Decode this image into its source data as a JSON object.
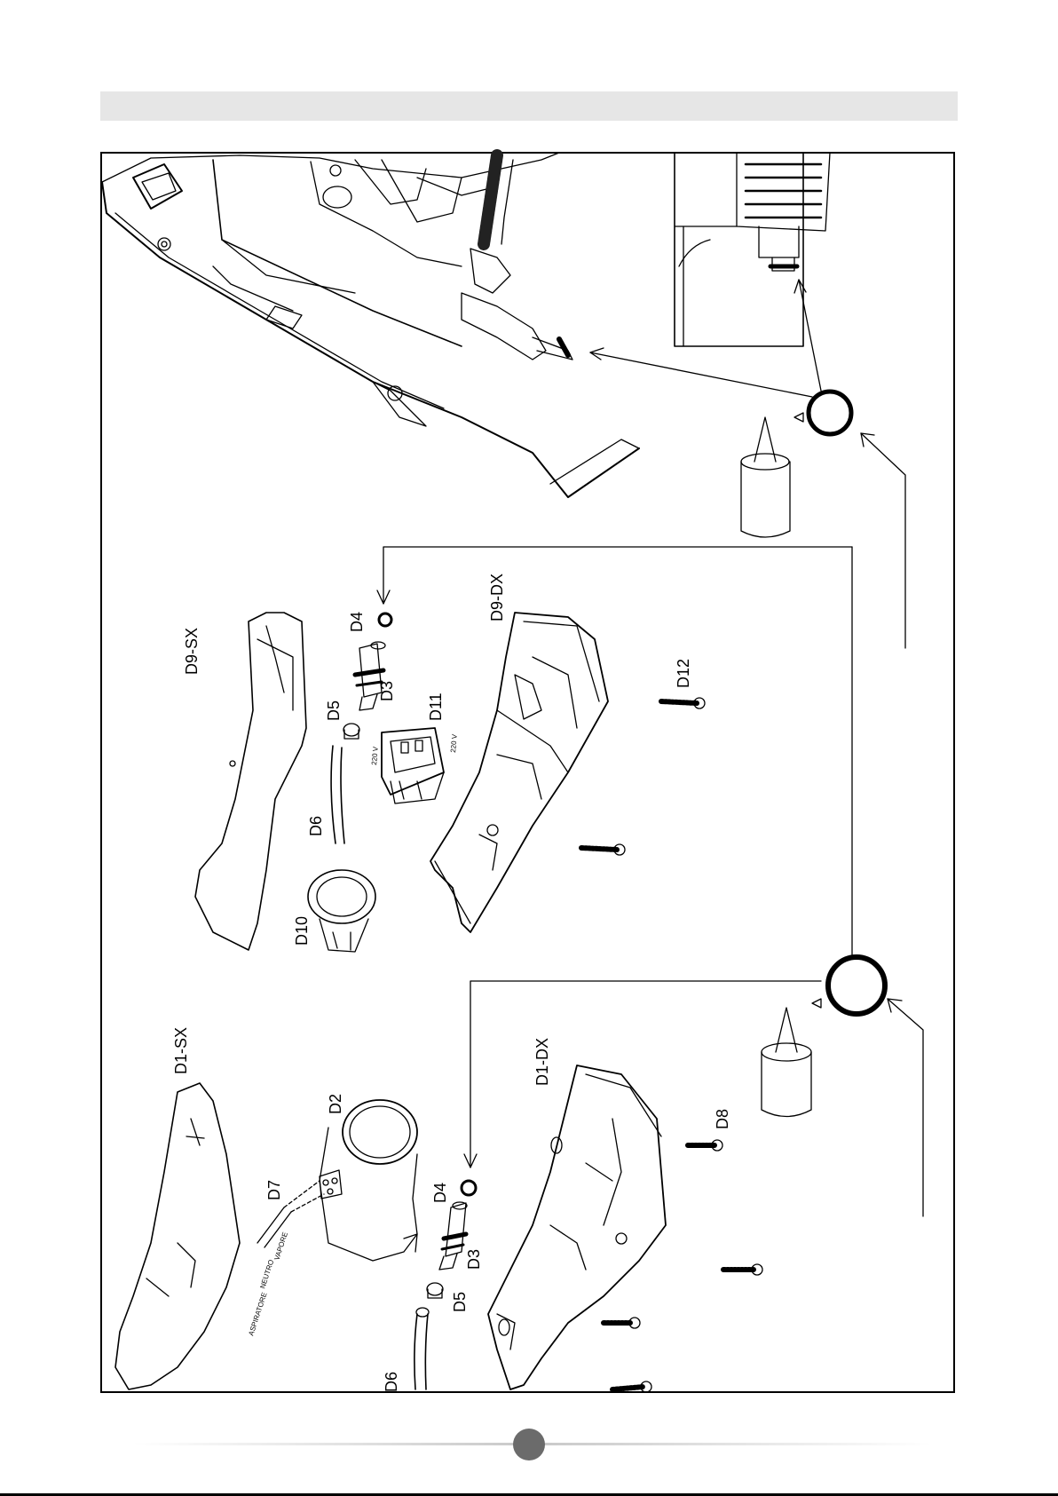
{
  "labels": {
    "d1_sx": "D1-SX",
    "d1_dx": "D1-DX",
    "d2": "D2",
    "d3_lower": "D3",
    "d3_upper": "D3",
    "d4_lower": "D4",
    "d4_upper": "D4",
    "d5_lower": "D5",
    "d5_upper": "D5",
    "d6_lower": "D6",
    "d6_upper": "D6",
    "d7": "D7",
    "d8": "D8",
    "d9_sx": "D9-SX",
    "d9_dx": "D9-DX",
    "d10": "D10",
    "d11": "D11",
    "d12": "D12"
  },
  "small_text": {
    "aspiratore": "ASPIRATORE",
    "neutro": "NEUTRO",
    "vapore": "VAPORE",
    "voltage_a": "220 V",
    "voltage_b": "220 V"
  },
  "colors": {
    "ink": "#000000",
    "header_band": "#e6e6e6",
    "page_dot": "#6b6b6b"
  }
}
